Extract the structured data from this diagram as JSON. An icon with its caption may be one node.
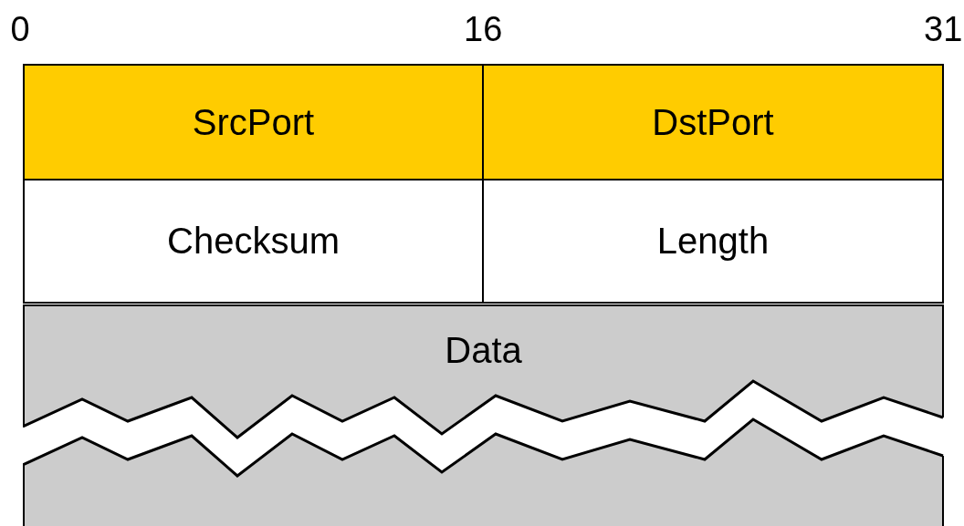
{
  "diagram": {
    "nodes": [
      {
        "text": [
          "SrcPort"
        ]
      },
      {
        "text": [
          "DstPort"
        ]
      },
      {
        "text": [
          "Checksum"
        ]
      },
      {
        "text": [
          "Length"
        ]
      },
      {
        "text": [
          "Data"
        ]
      }
    ],
    "labels": [
      "0",
      "16",
      "31"
    ]
  }
}
